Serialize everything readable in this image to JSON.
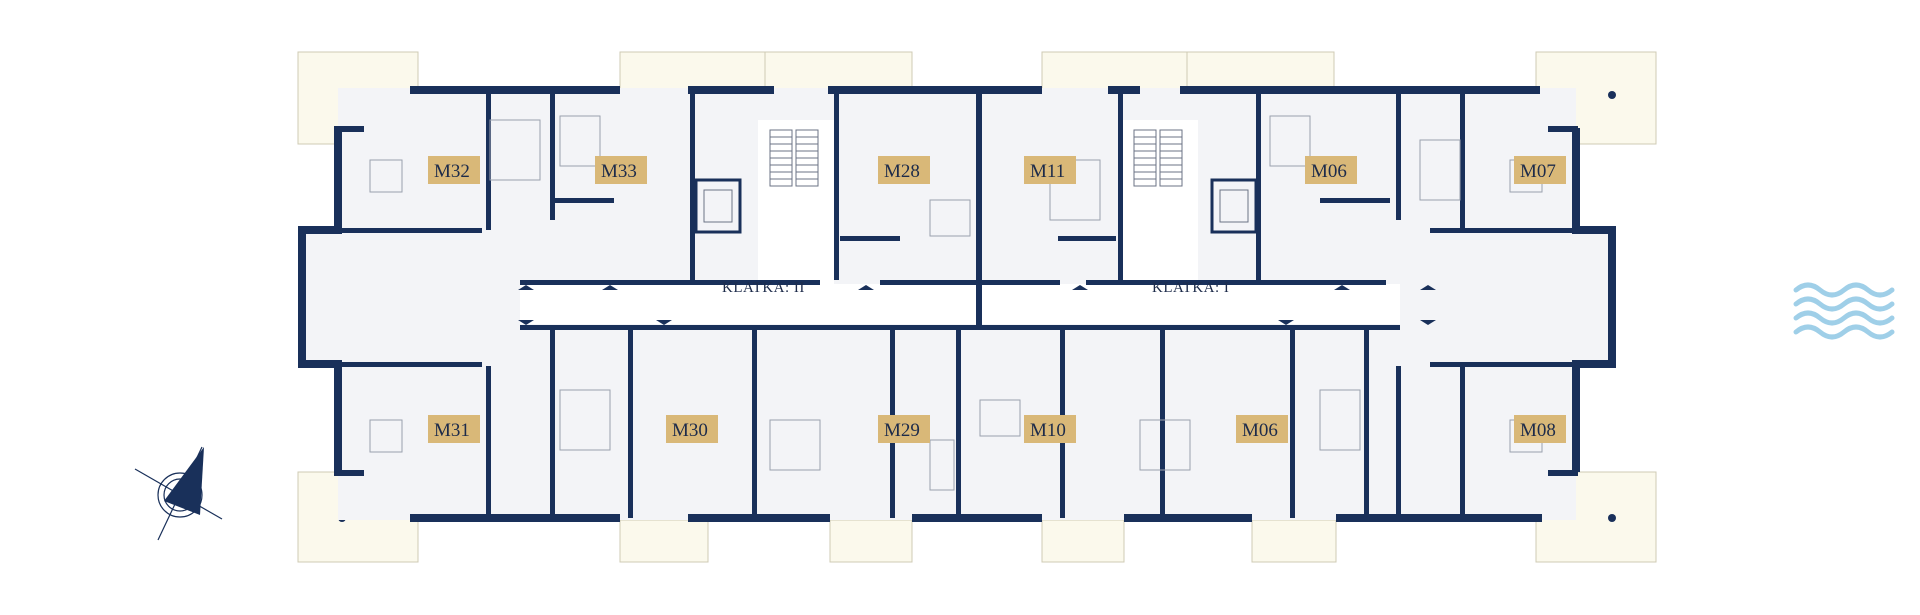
{
  "stairwells": [
    {
      "id": "klatka-2",
      "label": "KLATKA: II"
    },
    {
      "id": "klatka-1",
      "label": "KLATKA: I"
    }
  ],
  "apartments": [
    {
      "id": "M32",
      "label": "M32"
    },
    {
      "id": "M33",
      "label": "M33"
    },
    {
      "id": "M28",
      "label": "M28"
    },
    {
      "id": "M11",
      "label": "M11"
    },
    {
      "id": "M06-top",
      "label": "M06"
    },
    {
      "id": "M07",
      "label": "M07"
    },
    {
      "id": "M31",
      "label": "M31"
    },
    {
      "id": "M30",
      "label": "M30"
    },
    {
      "id": "M29",
      "label": "M29"
    },
    {
      "id": "M10",
      "label": "M10"
    },
    {
      "id": "M06-bottom",
      "label": "M06"
    },
    {
      "id": "M08",
      "label": "M08"
    }
  ],
  "colors": {
    "wall": "#19305a",
    "room_fill": "#f3f4f7",
    "terrace_fill": "#fbf9ec",
    "label_badge": "#d9b878",
    "water_icon": "#9fcfe8"
  },
  "icons": [
    "compass-icon",
    "water-waves-icon",
    "stair-arrow-icon"
  ]
}
